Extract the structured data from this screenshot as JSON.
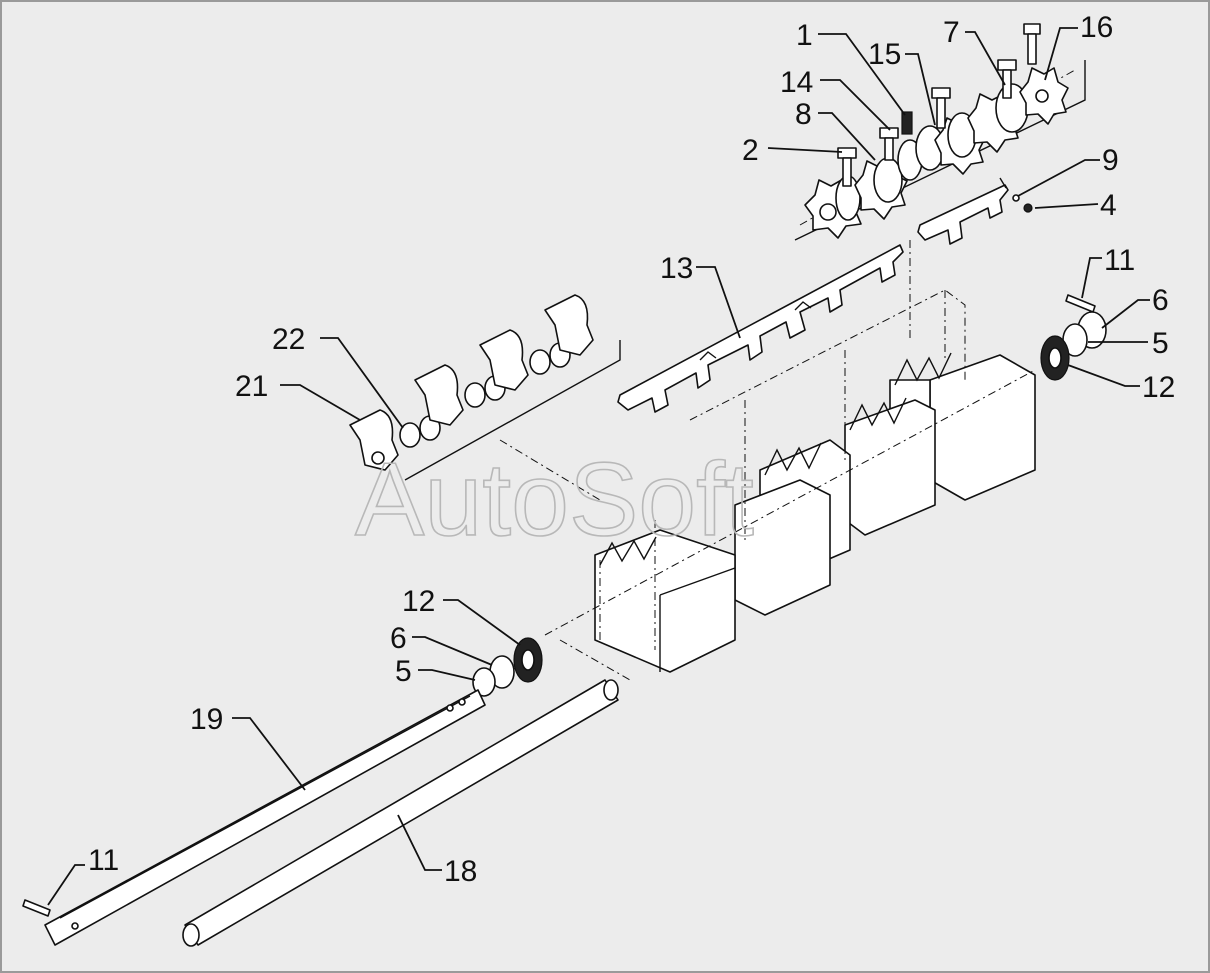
{
  "watermark": "AutoSoft",
  "callouts": [
    {
      "id": "c1",
      "label": "1"
    },
    {
      "id": "c14",
      "label": "14"
    },
    {
      "id": "c15",
      "label": "15"
    },
    {
      "id": "c7",
      "label": "7"
    },
    {
      "id": "c16",
      "label": "16"
    },
    {
      "id": "c8",
      "label": "8"
    },
    {
      "id": "c2",
      "label": "2"
    },
    {
      "id": "c9",
      "label": "9"
    },
    {
      "id": "c4",
      "label": "4"
    },
    {
      "id": "c13",
      "label": "13"
    },
    {
      "id": "c11a",
      "label": "11"
    },
    {
      "id": "c6a",
      "label": "6"
    },
    {
      "id": "c5a",
      "label": "5"
    },
    {
      "id": "c12a",
      "label": "12"
    },
    {
      "id": "c22",
      "label": "22"
    },
    {
      "id": "c21",
      "label": "21"
    },
    {
      "id": "c12b",
      "label": "12"
    },
    {
      "id": "c6b",
      "label": "6"
    },
    {
      "id": "c5b",
      "label": "5"
    },
    {
      "id": "c19",
      "label": "19"
    },
    {
      "id": "c11b",
      "label": "11"
    },
    {
      "id": "c18",
      "label": "18"
    }
  ]
}
